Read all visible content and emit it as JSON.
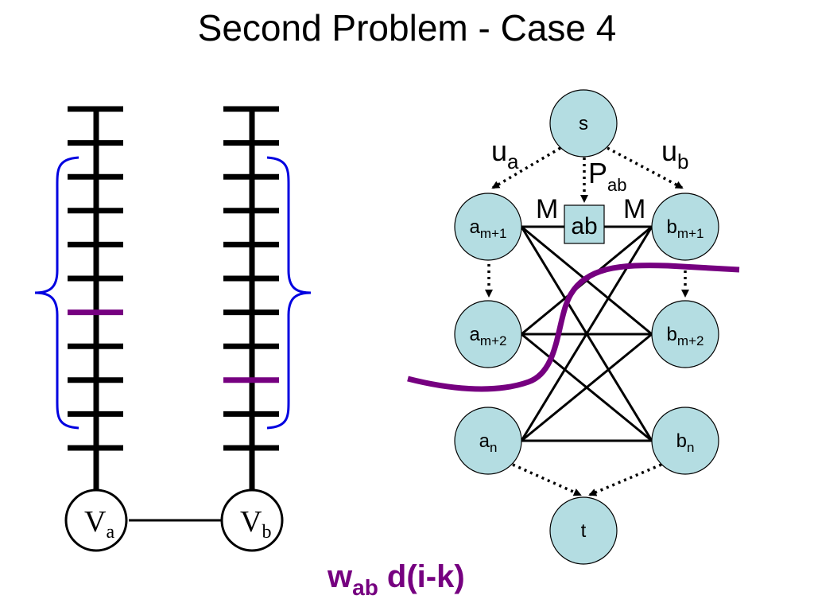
{
  "title": "Second Problem - Case 4",
  "colors": {
    "node_fill": "#b4dde2",
    "stroke": "#000000",
    "brace": "#0000e0",
    "highlight": "#760080",
    "background": "#ffffff"
  },
  "left_panel": {
    "ladders": [
      {
        "id": "a",
        "root_label": "V",
        "root_sub": "a",
        "rungs": 11,
        "highlight_rung": 6
      },
      {
        "id": "b",
        "root_label": "V",
        "root_sub": "b",
        "rungs": 11,
        "highlight_rung": 8
      }
    ]
  },
  "graph": {
    "nodes": {
      "s": {
        "label": "s",
        "sub": ""
      },
      "am1": {
        "label": "a",
        "sub": "m+1"
      },
      "am2": {
        "label": "a",
        "sub": "m+2"
      },
      "an": {
        "label": "a",
        "sub": "n"
      },
      "bm1": {
        "label": "b",
        "sub": "m+1"
      },
      "bm2": {
        "label": "b",
        "sub": "m+2"
      },
      "bn": {
        "label": "b",
        "sub": "n"
      },
      "t": {
        "label": "t",
        "sub": ""
      }
    },
    "box": {
      "label": "ab"
    },
    "edge_labels": {
      "ua": {
        "main": "u",
        "sub": "a"
      },
      "ub": {
        "main": "u",
        "sub": "b"
      },
      "pab": {
        "main": "P",
        "sub": "ab"
      },
      "m_left": "M",
      "m_right": "M"
    },
    "bipartite_edges": [
      [
        "am1",
        "bm1"
      ],
      [
        "am1",
        "bm2"
      ],
      [
        "am1",
        "bn"
      ],
      [
        "am2",
        "bm1"
      ],
      [
        "am2",
        "bm2"
      ],
      [
        "am2",
        "bn"
      ],
      [
        "an",
        "bm1"
      ],
      [
        "an",
        "bm2"
      ],
      [
        "an",
        "bn"
      ]
    ]
  },
  "formula": {
    "main": "w",
    "sub": "ab",
    "rest": " d(i-k)"
  }
}
